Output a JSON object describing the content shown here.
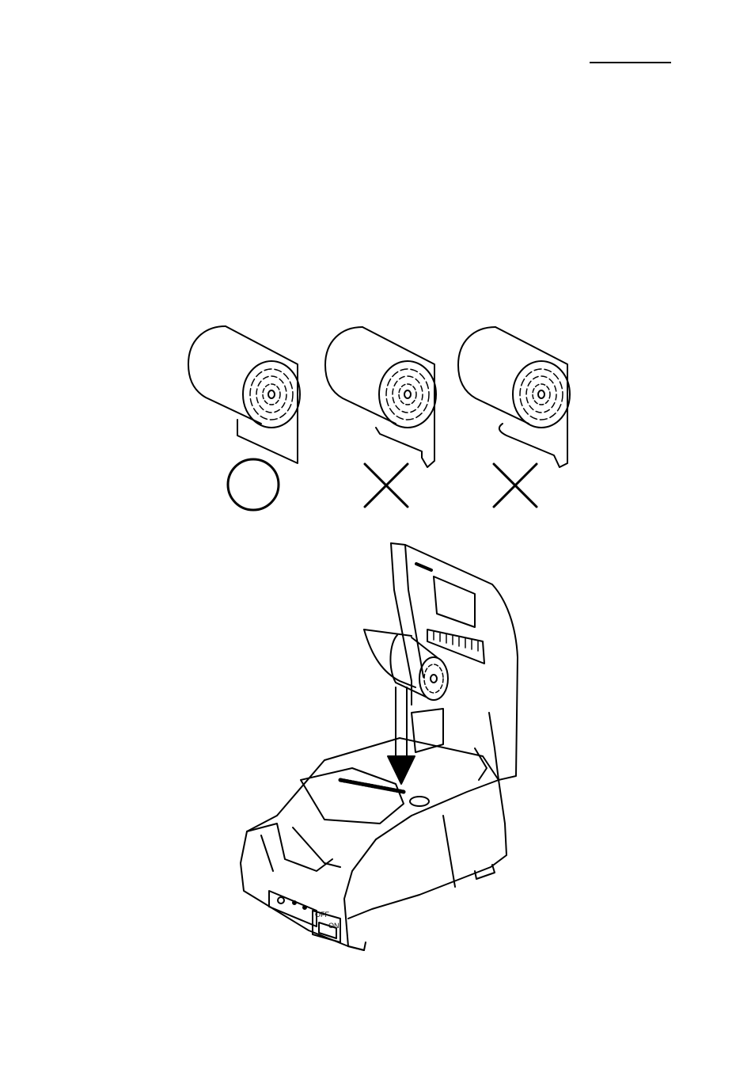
{
  "figure": {
    "roll_examples": [
      {
        "mark": "circle"
      },
      {
        "mark": "cross"
      },
      {
        "mark": "cross"
      }
    ],
    "power_switch": {
      "off_label": "OFF",
      "on_label": "ON"
    }
  },
  "colors": {
    "ink": "#000000",
    "paper": "#ffffff"
  }
}
